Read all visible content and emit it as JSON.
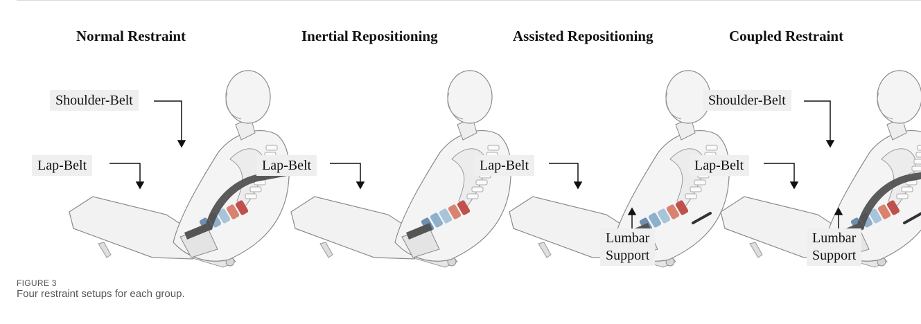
{
  "panels": [
    {
      "title": "Normal Restraint",
      "labels": [
        "Shoulder-Belt",
        "Lap-Belt"
      ]
    },
    {
      "title": "Inertial Repositioning",
      "labels": [
        "Lap-Belt"
      ]
    },
    {
      "title": "Assisted Repositioning",
      "labels": [
        "Lap-Belt",
        "Lumbar",
        "Support"
      ]
    },
    {
      "title": "Coupled Restraint",
      "labels": [
        "Shoulder-Belt",
        "Lap-Belt",
        "Lumbar",
        "Support"
      ]
    }
  ],
  "figure": {
    "number": "FIGURE 3",
    "caption": "Four restraint setups for each group."
  },
  "colors": {
    "label_bg": "#efefef",
    "vertebra_blue": "#6f8fb0",
    "vertebra_red": "#c0504d",
    "belt": "#4a4a4a"
  }
}
